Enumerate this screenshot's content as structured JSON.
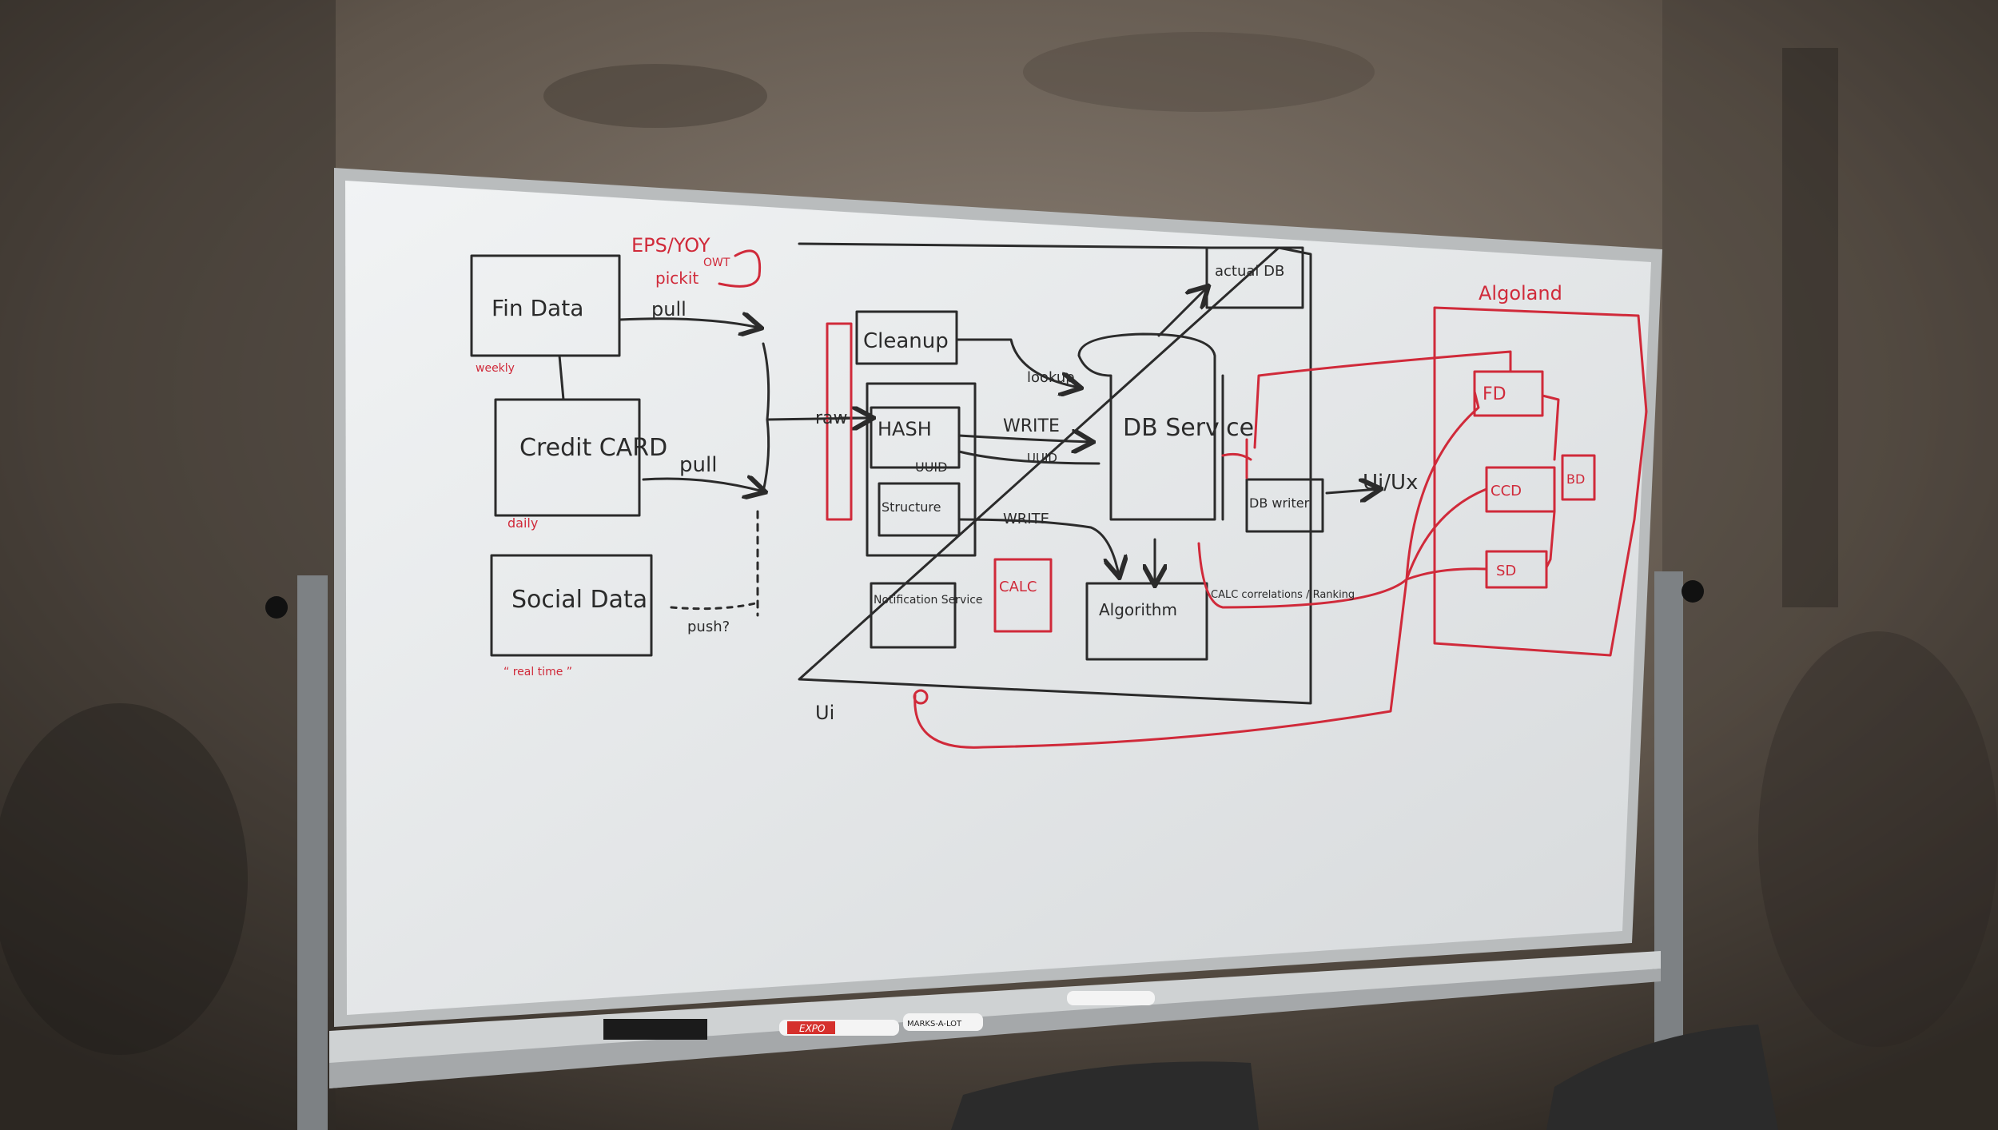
{
  "board": {
    "left_sources": {
      "fin_data": "Fin Data",
      "fin_freq": "weekly",
      "credit_card": "Credit CARD",
      "credit_freq": "daily",
      "social_data": "Social Data",
      "social_freq": "“ real time ”"
    },
    "annotations": {
      "eps_note": "EPS/YOY",
      "eps_note_2": "OWT",
      "pick_note": "pickit",
      "pull_1": "pull",
      "pull_2": "pull",
      "push_q": "push?"
    },
    "pipeline": {
      "raw": "raw",
      "cleanup": "Cleanup",
      "lookup": "lookup",
      "hash": "HASH",
      "uuid": "UUID",
      "write_1": "WRITE",
      "uuid_2": "UUID",
      "structure": "Structure",
      "write_2": "WRITE",
      "calc": "CALC",
      "notification": "Notification Service",
      "algorithm": "Algorithm",
      "calc_notes": "CALC correlations / Ranking",
      "ui_label": "Ui"
    },
    "db": {
      "actual_db": "actual DB",
      "db_service": "DB Service",
      "db_writer": "DB writer",
      "ui_ux": "Ui/Ux"
    },
    "algoland": {
      "title": "Algoland",
      "fd": "FD",
      "ccd": "CCD",
      "sd": "SD",
      "bd": "BD"
    },
    "markers": {
      "expo": "EXPO",
      "marks_a_lot": "MARKS-A-LOT"
    }
  },
  "colors": {
    "wall": "#5e544c",
    "board": "#e8ebed",
    "frame": "#b9bcbd",
    "ink_black": "#2b2b2b",
    "ink_red": "#d02a3a"
  }
}
